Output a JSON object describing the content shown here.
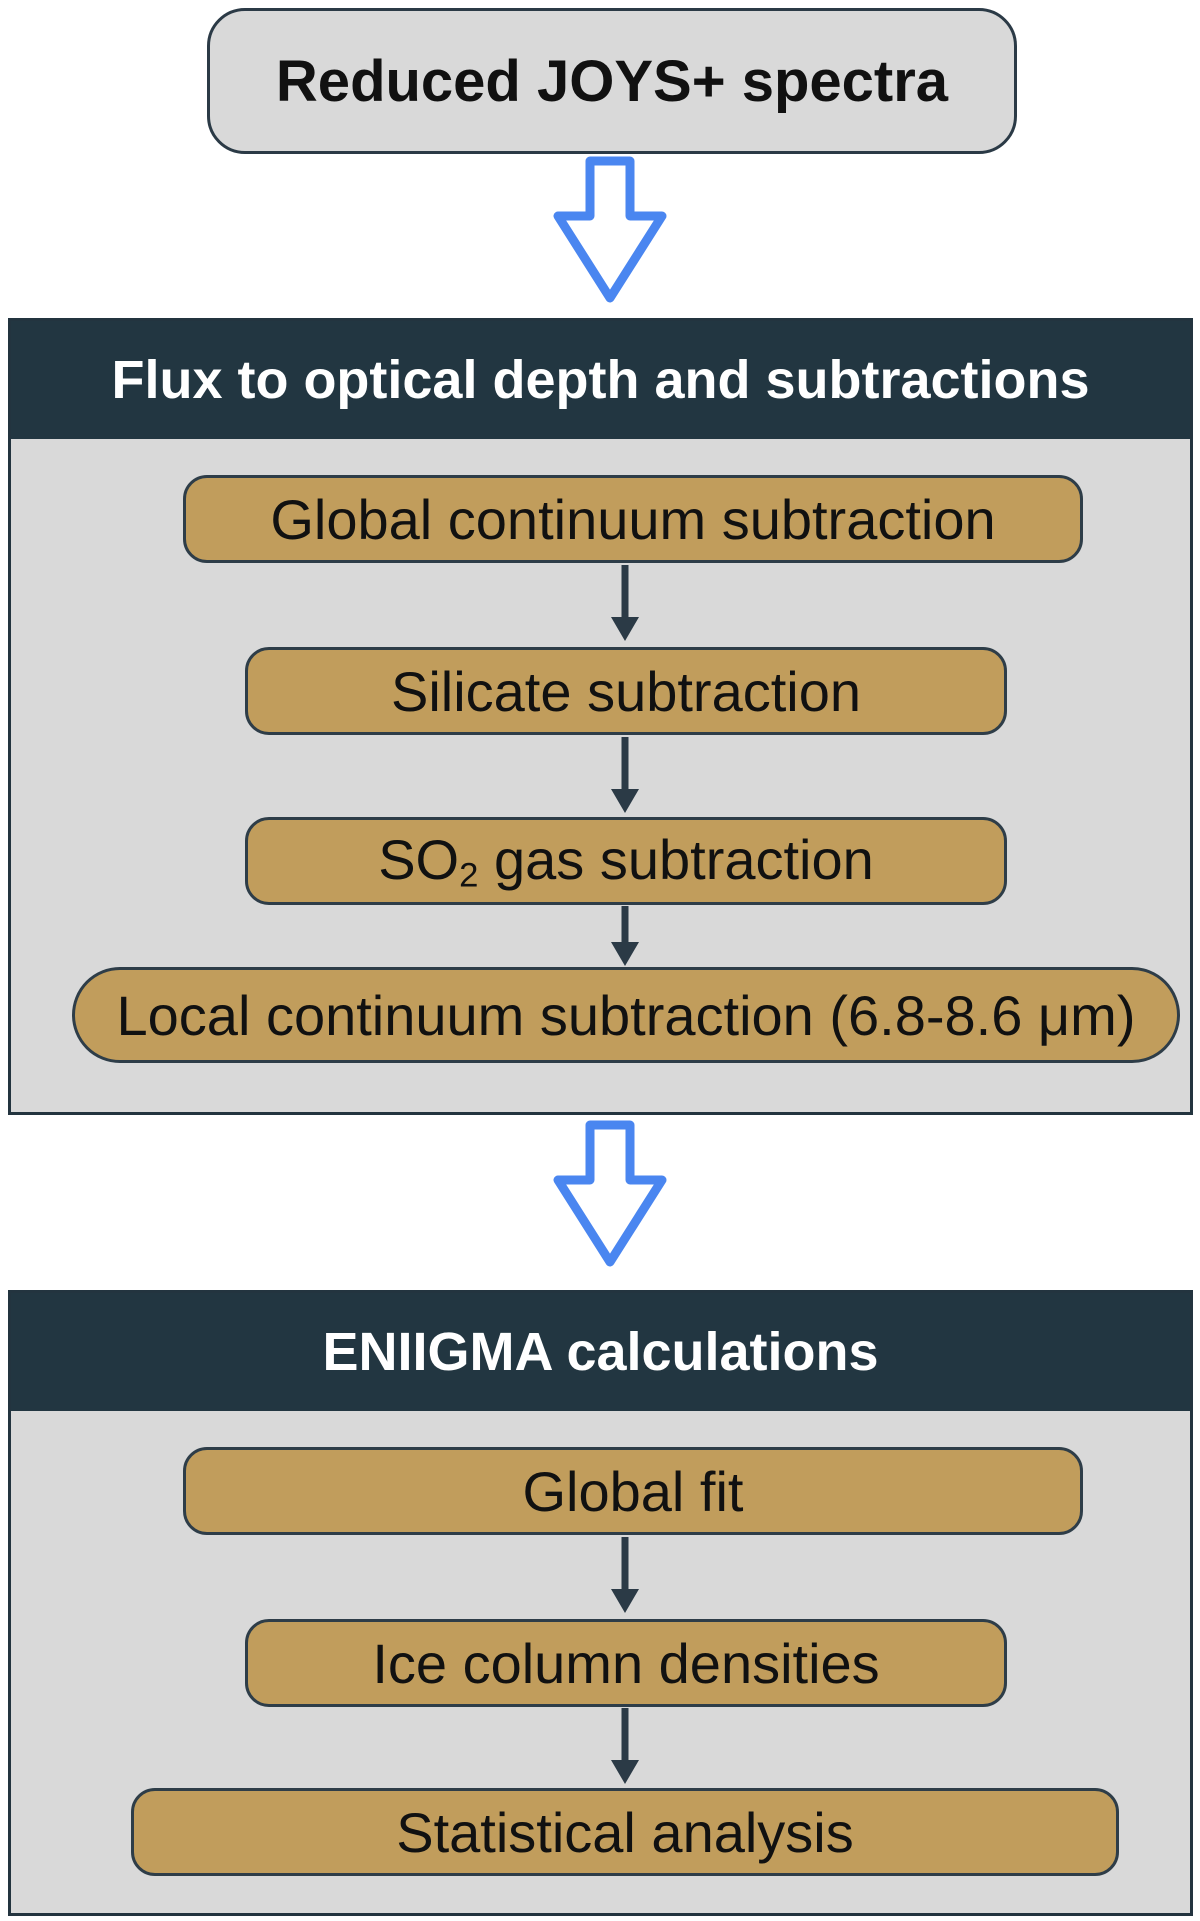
{
  "input_box": {
    "label": "Reduced JOYS+ spectra"
  },
  "section_1": {
    "title": "Flux to optical depth and subtractions",
    "steps": [
      {
        "label": "Global continuum subtraction"
      },
      {
        "label": "Silicate subtraction"
      },
      {
        "prefix": "SO",
        "subscript": "2",
        "suffix": " gas subtraction"
      },
      {
        "label": "Local continuum subtraction (6.8-8.6 μm)"
      }
    ]
  },
  "section_2": {
    "title": "ENIIGMA calculations",
    "steps": [
      {
        "label": "Global fit"
      },
      {
        "label": "Ice column densities"
      },
      {
        "label": "Statistical analysis"
      }
    ]
  },
  "colors": {
    "header_bg": "#223641",
    "section_bg": "#d9d9d9",
    "step_fill": "#c19d5c",
    "flow_arrow": "#4a86f0",
    "step_arrow": "#2b3a46"
  },
  "icons": {
    "flow_arrow": "hollow-down-arrow-icon",
    "step_arrow": "down-arrow-icon"
  }
}
